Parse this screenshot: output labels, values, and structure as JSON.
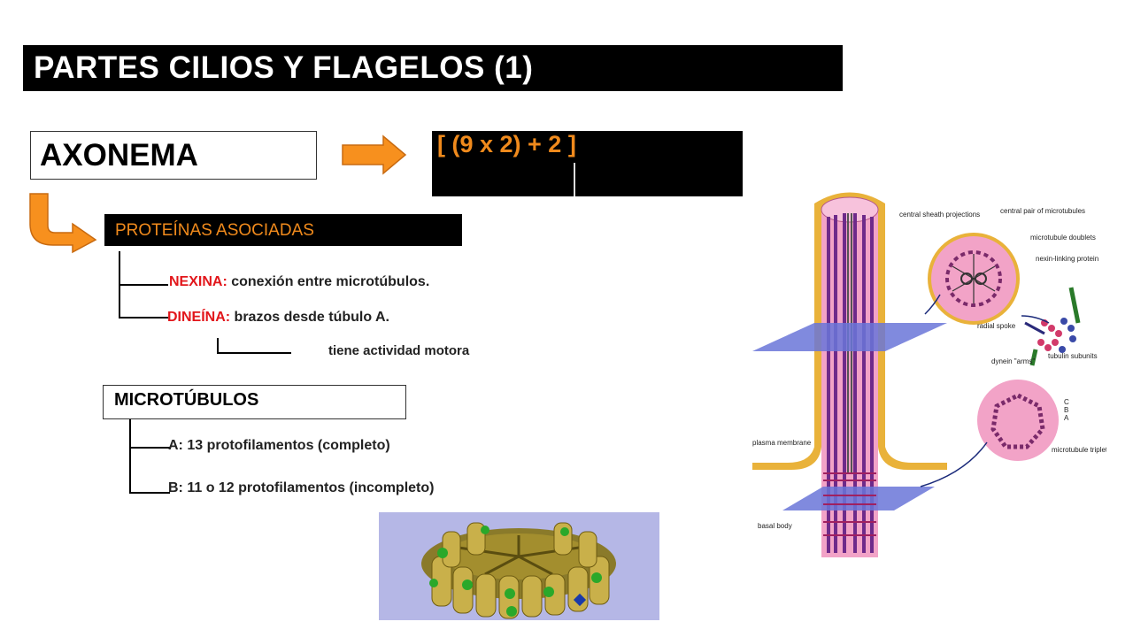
{
  "title": "PARTES CILIOS Y FLAGELOS (1)",
  "axonema": "AXONEMA",
  "formula": "[ (9 x 2) + 2 ]",
  "proteins": {
    "header": "PROTEÍNAS ASOCIADAS",
    "nexina_label": "NEXINA:",
    "nexina_text": " conexión entre microtúbulos.",
    "dineina_label": "DINEÍNA:",
    "dineina_text": " brazos desde túbulo A.",
    "dineina_note": "tiene actividad motora"
  },
  "microtubules": {
    "header": "MICROTÚBULOS",
    "a": "A: 13 protofilamentos (completo)",
    "b": "B: 11 o 12 protofilamentos (incompleto)"
  },
  "diagram_labels": {
    "central_sheath": "central sheath projections",
    "central_pair": "central pair of microtubules",
    "doublets": "microtubule doublets",
    "nexin": "nexin-linking protein",
    "radial_spoke": "radial spoke",
    "dynein": "dynein \"arms\"",
    "tubulin": "tubulin subunits",
    "plasma_membrane": "plasma membrane",
    "basal_body": "basal body",
    "triplets": "microtubule triplets",
    "c": "C",
    "b": "B",
    "a": "A"
  },
  "colors": {
    "accent_orange": "#f08a1c",
    "red": "#e2161b",
    "pink": "#f2a3c7",
    "membrane": "#e9b23a",
    "plate": "#6a76d8"
  }
}
